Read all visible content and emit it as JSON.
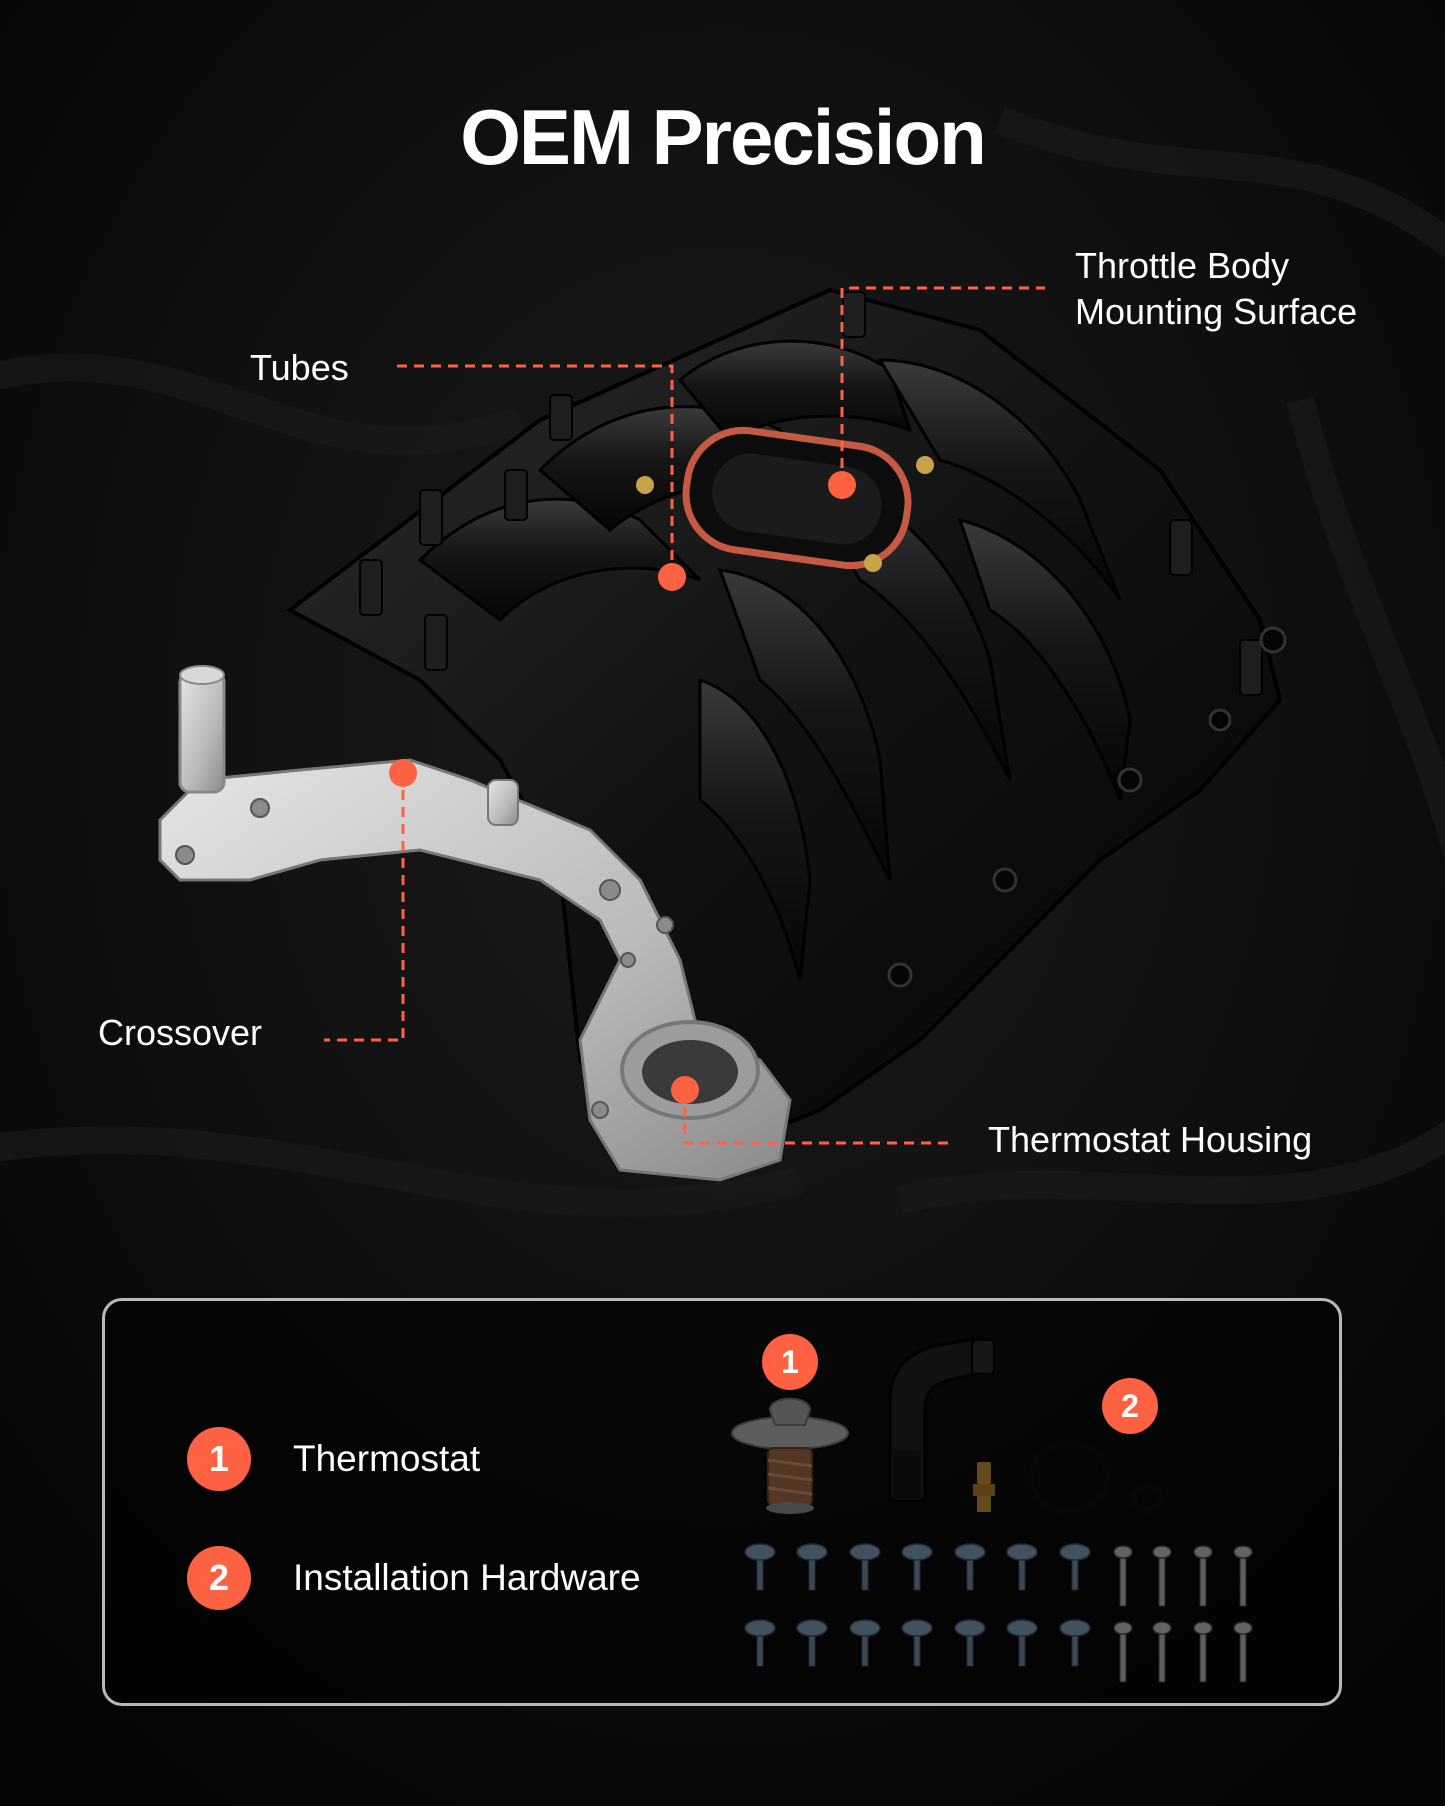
{
  "title": "OEM Precision",
  "callouts": {
    "throttle_body": {
      "line1": "Throttle Body",
      "line2": "Mounting Surface"
    },
    "tubes": "Tubes",
    "crossover": "Crossover",
    "thermostat_housing": "Thermostat Housing"
  },
  "kit": {
    "items": [
      {
        "number": "1",
        "label": "Thermostat"
      },
      {
        "number": "2",
        "label": "Installation Hardware"
      }
    ]
  },
  "colors": {
    "accent": "#ff6242",
    "background": "#0a0a0a",
    "manifold": "#151515",
    "aluminum": "#c9c9c9",
    "panel_border": "#b9b9b9"
  },
  "icons": [
    "intake-manifold-image",
    "thermostat-icon",
    "pcv-elbow-icon",
    "fitting-icon",
    "o-ring-icon",
    "bolt-icon"
  ]
}
